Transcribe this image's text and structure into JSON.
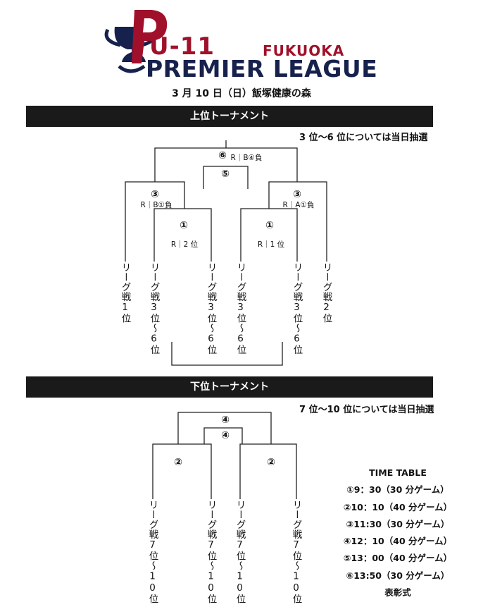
{
  "header": {
    "logo_line1": "U-11",
    "logo_city": "FUKUOKA",
    "logo_line2": "PREMIER LEAGUE",
    "date": "3 月 10 日（日）飯塚健康の森"
  },
  "upper": {
    "title": "上位トーナメント",
    "note": "3 位～6 位については当日抽選",
    "m6_num": "⑥",
    "m6_label": "R｜B④負",
    "m5_num": "⑤",
    "m3l_num": "③",
    "m3l_label": "R｜B①負",
    "m3r_num": "③",
    "m3r_label": "R｜A①負",
    "m1l_num": "①",
    "m1l_label": "R｜2 位",
    "m1r_num": "①",
    "m1r_label": "R｜1 位",
    "entries": [
      "リーグ戦1位",
      "リーグ戦3位〜6位",
      "リーグ戦3位〜6位",
      "リーグ戦3位〜6位",
      "リーグ戦3位〜6位",
      "リーグ戦2位"
    ]
  },
  "lower": {
    "title": "下位トーナメント",
    "note": "7 位～10 位については当日抽選",
    "m4a_num": "④",
    "m4b_num": "④",
    "m2l_num": "②",
    "m2r_num": "②",
    "entries": [
      "リーグ戦7位〜10位",
      "リーグ戦7位〜10位",
      "リーグ戦7位〜10位",
      "リーグ戦7位〜10位"
    ]
  },
  "timetable": {
    "title": "TIME TABLE",
    "rows": [
      "①9：30（30 分ゲーム）",
      "②10：10（40 分ゲーム）",
      "③11:30（30 分ゲーム）",
      "④12：10（40 分ゲーム）",
      "⑤13：00（40 分ゲーム）",
      "⑥13:50（30 分ゲーム）",
      "表彰式"
    ]
  },
  "colors": {
    "brand_red": "#a0102a",
    "brand_navy": "#17214d",
    "bar": "#1a1a1a"
  }
}
